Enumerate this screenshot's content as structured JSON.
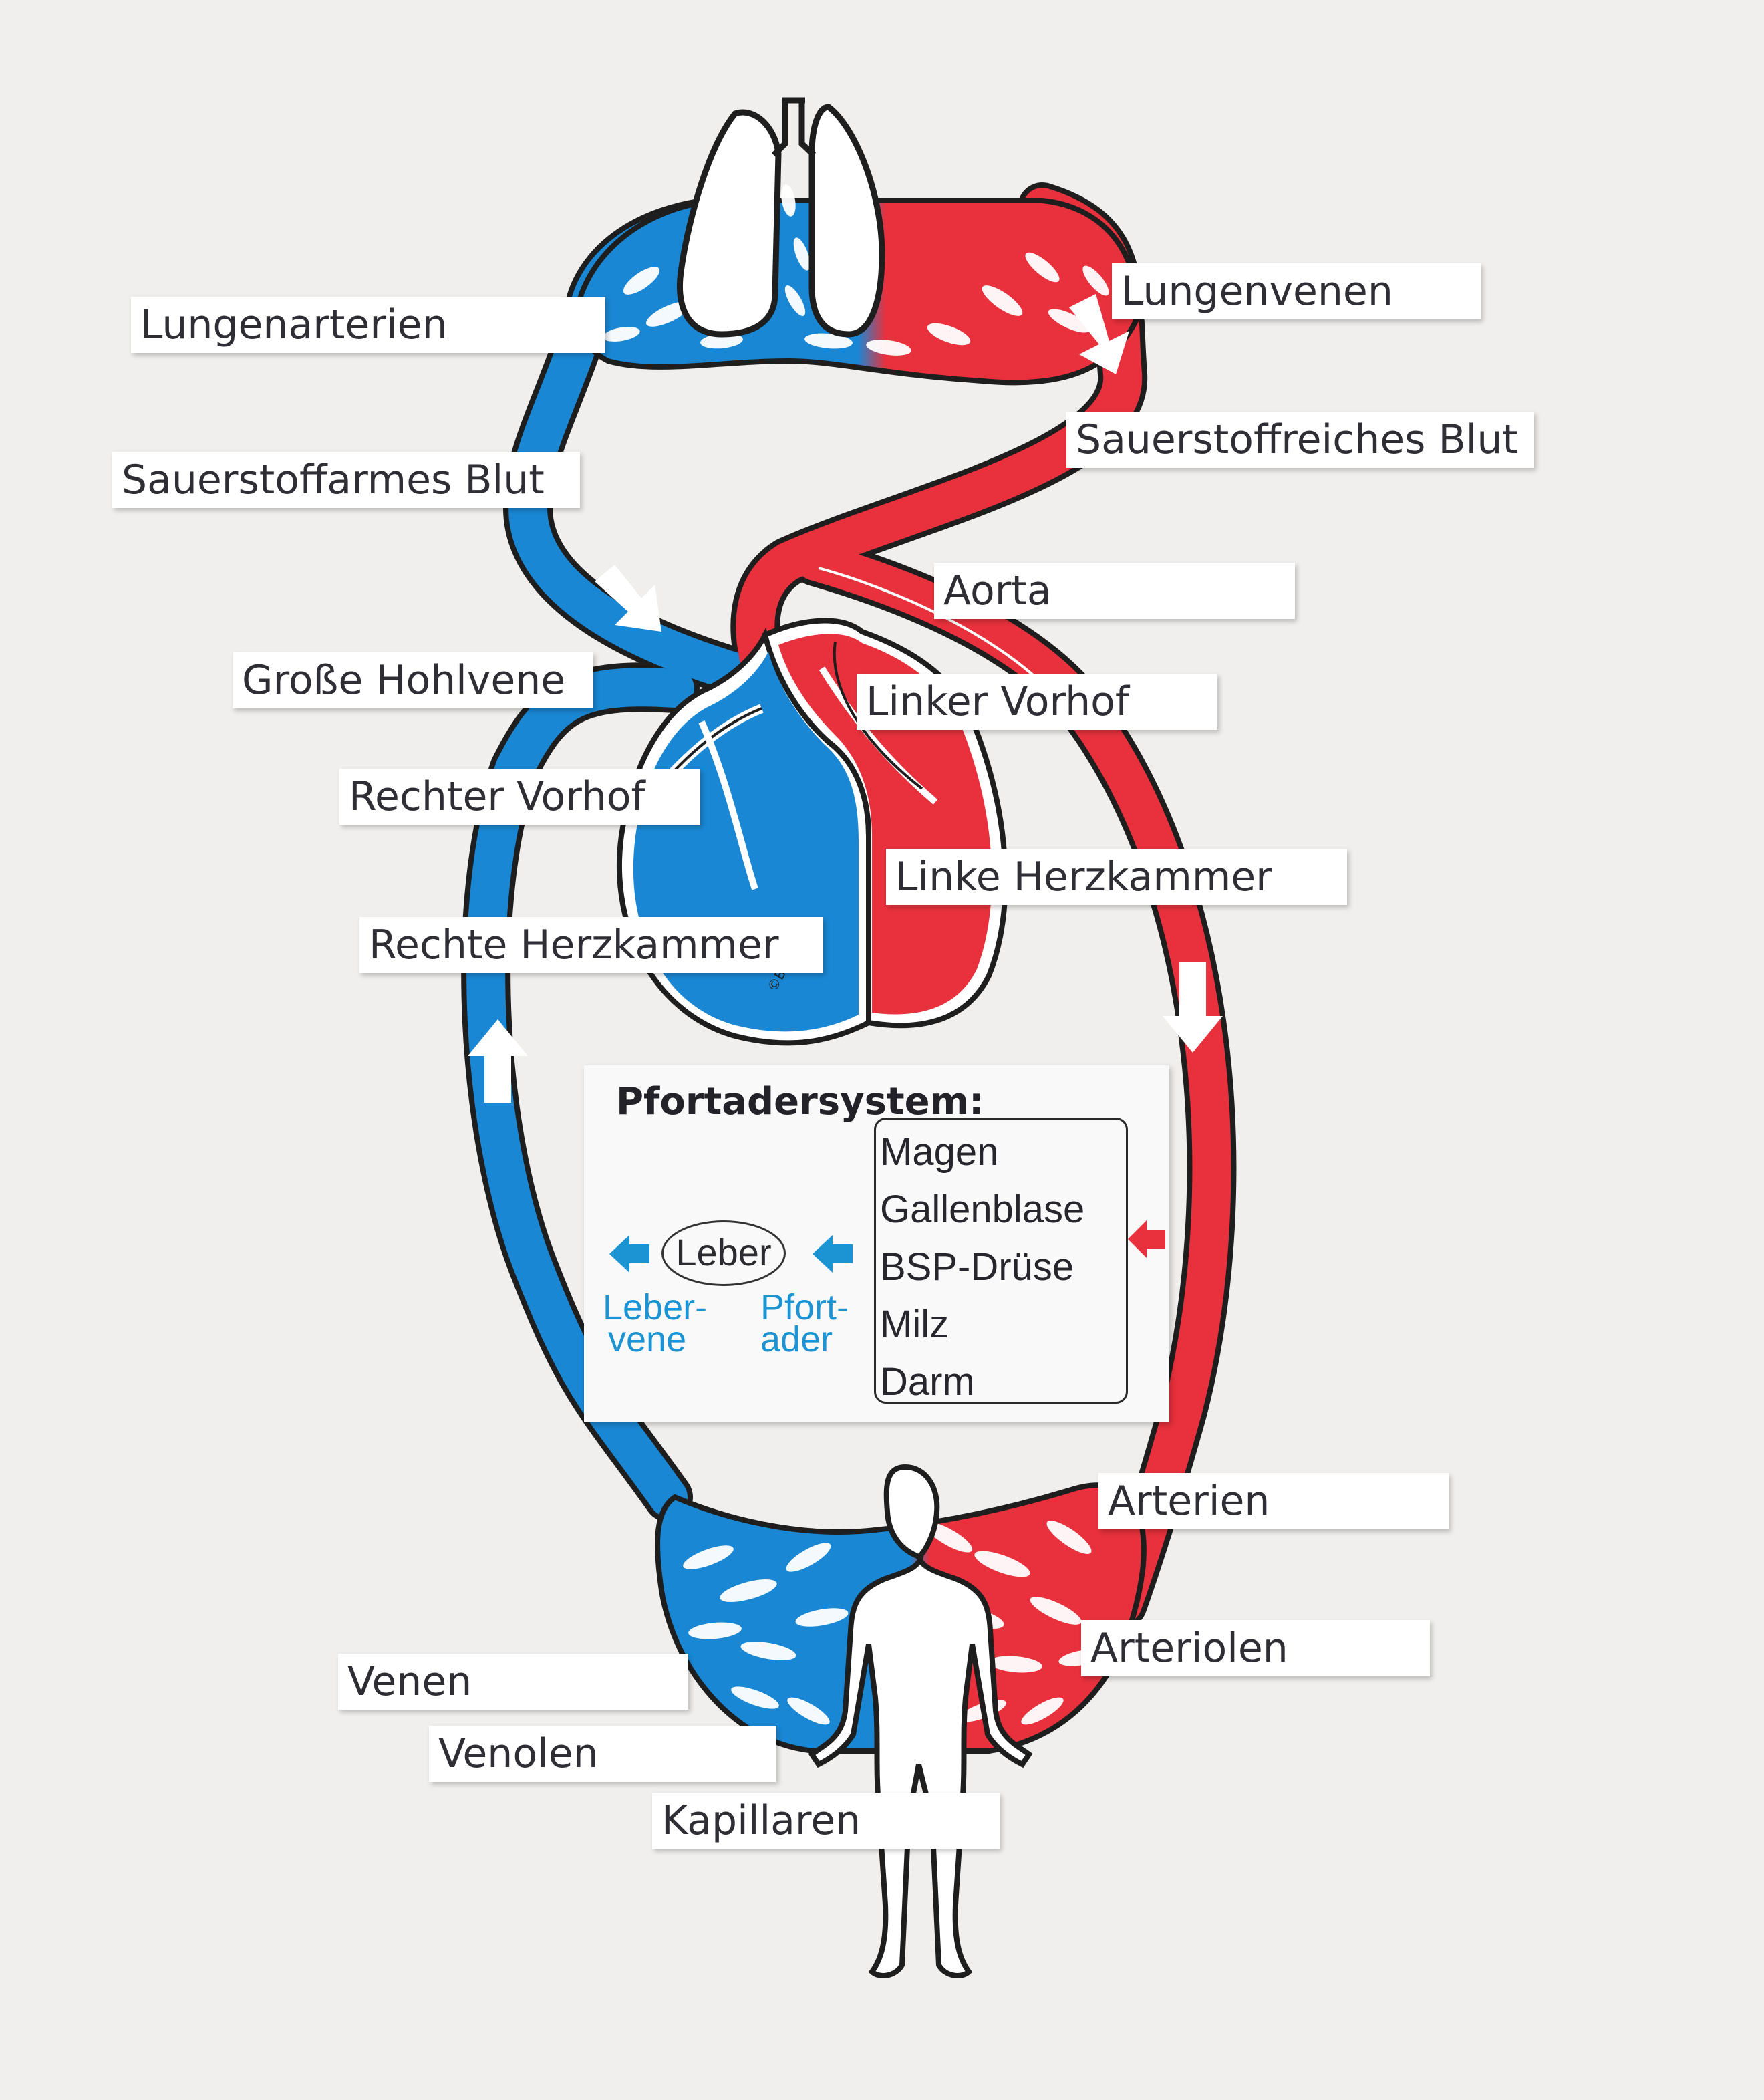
{
  "labels": {
    "lungenarterien": "Lungenarterien",
    "lungenvenen": "Lungenvenen",
    "sauerstoffarmes_blut": "Sauerstoffarmes Blut",
    "sauerstoffreiches_blut": "Sauerstoffreiches Blut",
    "aorta": "Aorta",
    "grosse_hohlvene": "Große Hohlvene",
    "linker_vorhof": "Linker Vorhof",
    "rechter_vorhof": "Rechter Vorhof",
    "linke_herzkammer": "Linke Herzkammer",
    "rechte_herzkammer": "Rechte Herzkammer",
    "arterien": "Arterien",
    "arteriolen": "Arteriolen",
    "venen": "Venen",
    "venolen": "Venolen",
    "kapillaren": "Kapillaren"
  },
  "portal": {
    "title": "Pfortadersystem:",
    "organs": [
      "Magen",
      "Gallenblase",
      "BSP-Drüse",
      "Milz",
      "Darm"
    ],
    "liver": "Leber",
    "liver_vein": [
      "Leber-",
      "vene"
    ],
    "portal_vein": [
      "Pfort-",
      "ader"
    ]
  },
  "watermark": "©Betzold",
  "colors": {
    "oxygen_rich": "#e8313c",
    "oxygen_poor": "#1a87d4",
    "outline": "#1e1e1e",
    "label_bg": "#ffffff",
    "board_bg": "#f1efed",
    "portal_text": "#1c93d2"
  },
  "icons": [
    "lungs-icon",
    "heart-icon",
    "human-body-icon",
    "flow-arrow-icon"
  ]
}
